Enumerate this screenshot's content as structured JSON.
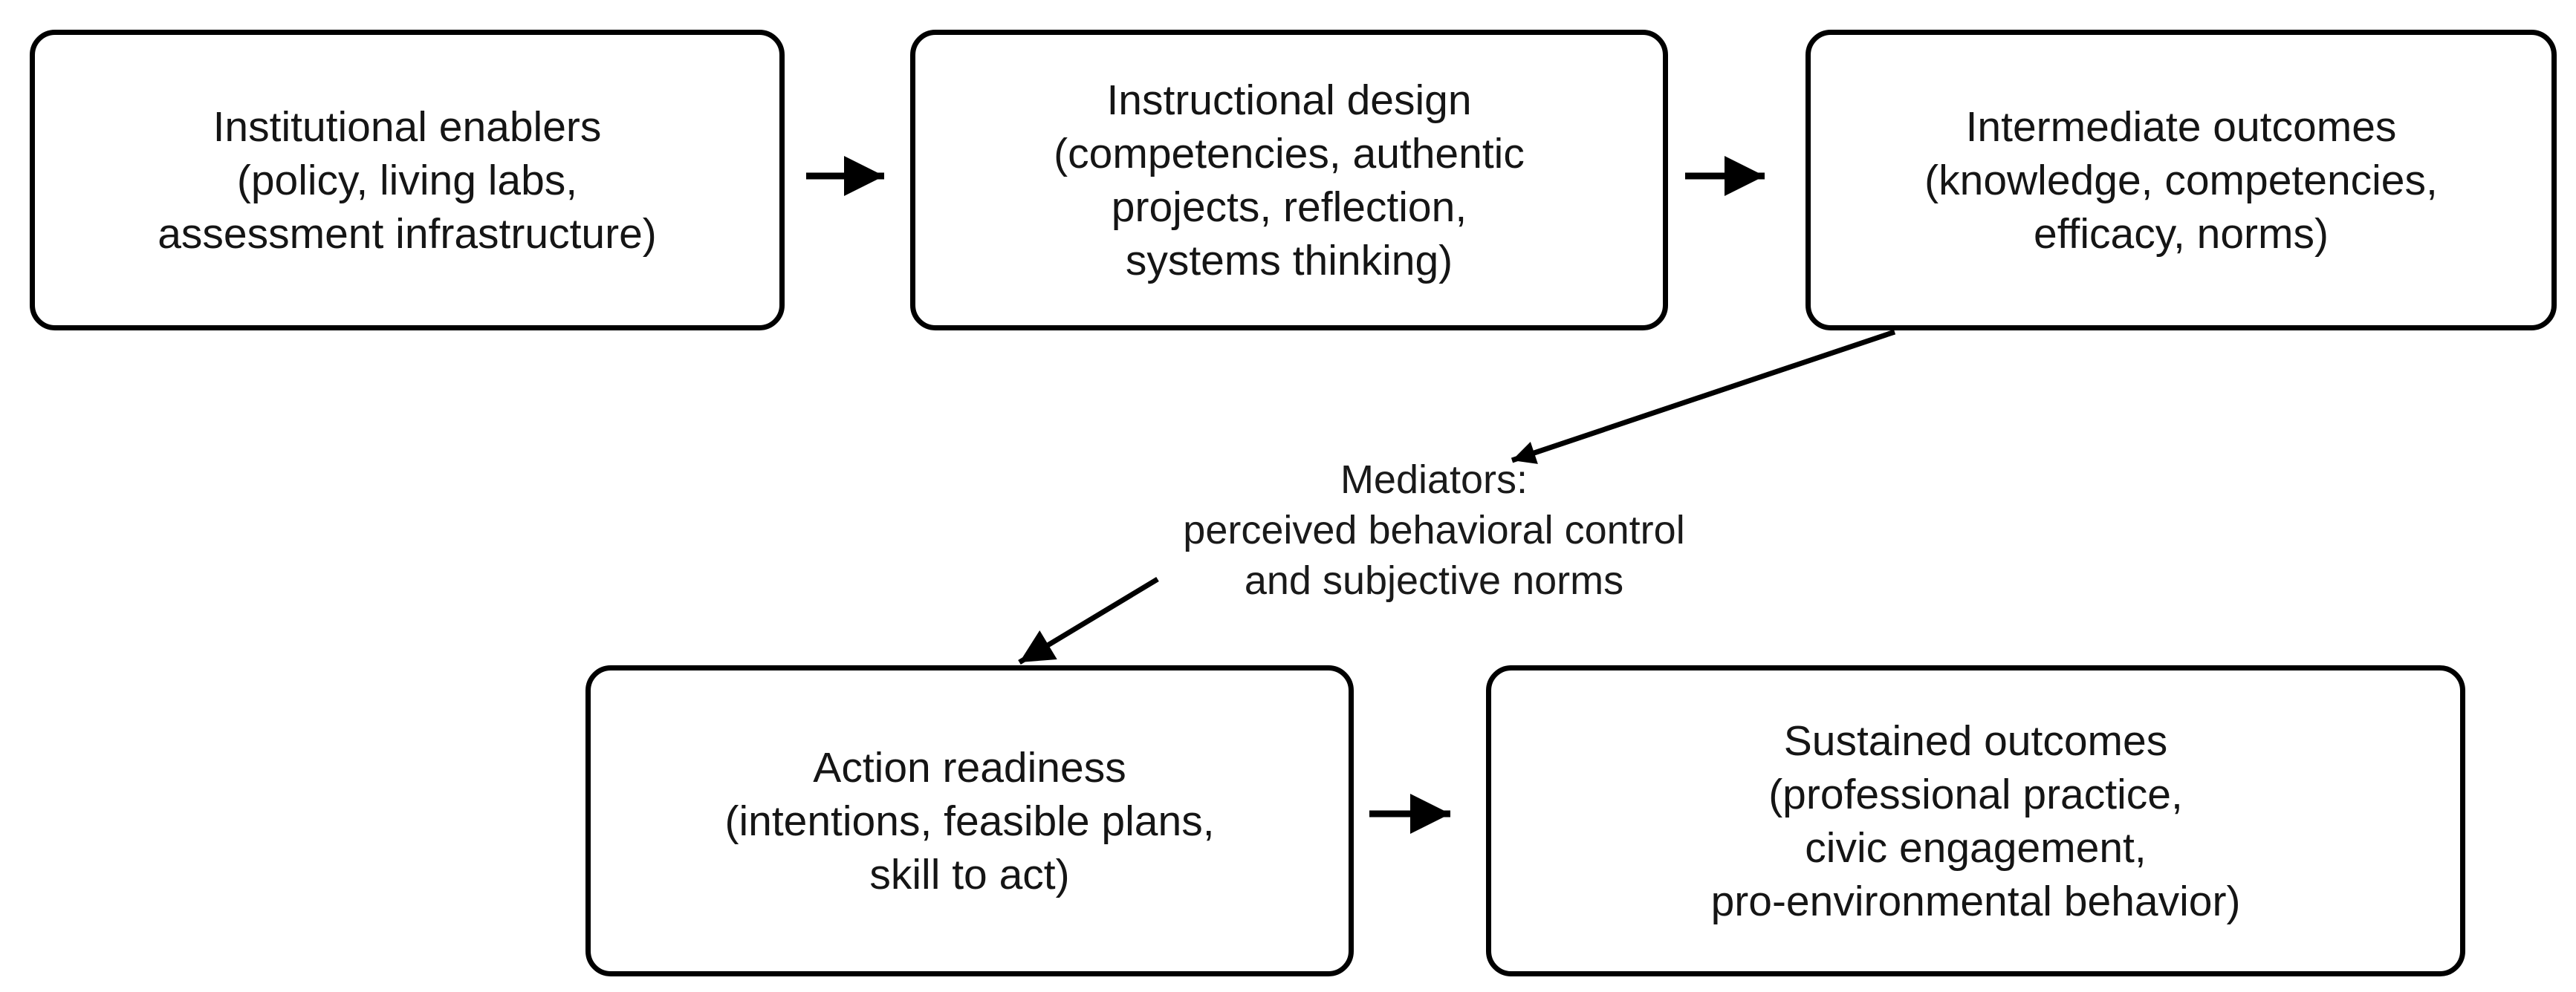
{
  "diagram": {
    "colors": {
      "background": "#ffffff",
      "node_fill": "#ffffff",
      "stroke": "#000000",
      "text": "#151515"
    },
    "nodes": [
      {
        "id": "institutional-enablers",
        "lines": [
          "Institutional enablers",
          "(policy, living labs,",
          "assessment infrastructure)"
        ]
      },
      {
        "id": "instructional-design",
        "lines": [
          "Instructional design",
          "(competencies, authentic",
          "projects, reflection,",
          "systems thinking)"
        ]
      },
      {
        "id": "intermediate-outcomes",
        "lines": [
          "Intermediate outcomes",
          "(knowledge, competencies,",
          "efficacy, norms)"
        ]
      },
      {
        "id": "action-readiness",
        "lines": [
          "Action readiness",
          "(intentions, feasible plans,",
          "skill to act)"
        ]
      },
      {
        "id": "sustained-outcomes",
        "lines": [
          "Sustained outcomes",
          "(professional practice,",
          "civic engagement,",
          "pro-environmental behavior)"
        ]
      }
    ],
    "mediators_label": {
      "id": "mediators-label",
      "lines": [
        "Mediators:",
        "perceived behavioral control",
        "and subjective norms"
      ]
    },
    "edges": [
      {
        "from": "institutional-enablers",
        "to": "instructional-design",
        "style": "horizontal-arrow"
      },
      {
        "from": "instructional-design",
        "to": "intermediate-outcomes",
        "style": "horizontal-arrow"
      },
      {
        "from": "intermediate-outcomes",
        "to": "mediators-label",
        "style": "diagonal-arrow"
      },
      {
        "from": "mediators-label",
        "to": "action-readiness",
        "style": "diagonal-arrow"
      },
      {
        "from": "action-readiness",
        "to": "sustained-outcomes",
        "style": "horizontal-arrow"
      }
    ]
  }
}
